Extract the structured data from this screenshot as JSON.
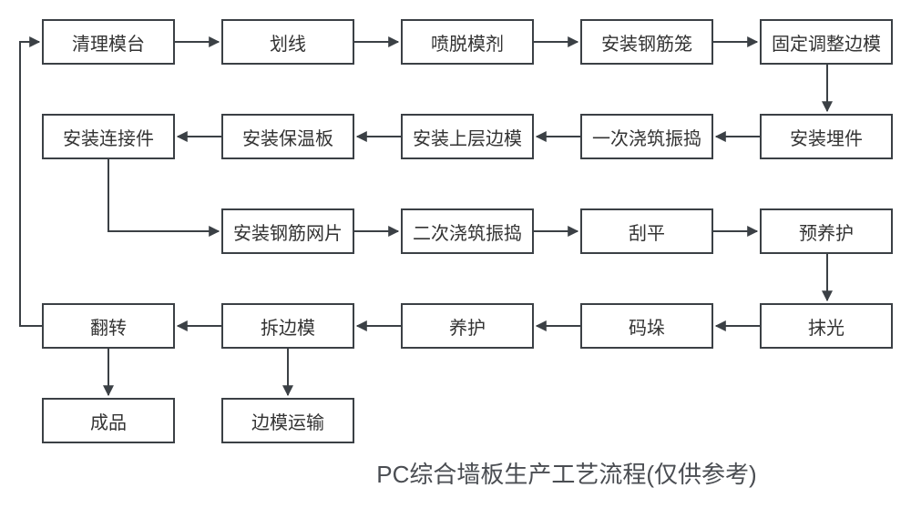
{
  "title": "PC综合墙板生产工艺流程(仅供参考)",
  "colors": {
    "background": "#ffffff",
    "box_fill": "#ffffff",
    "box_border": "#3b4045",
    "box_text": "#333333",
    "arrow": "#3b4045",
    "caption_text": "#4a4d52"
  },
  "nodes": {
    "clean_mold_table": "清理模台",
    "marking_lines": "划线",
    "spray_release_agent": "喷脱模剂",
    "install_rebar_cage": "安装钢筋笼",
    "fix_adjust_side_forms": "固定调整边模",
    "install_embeds": "安装埋件",
    "first_pour_vibrate": "一次浇筑振捣",
    "install_upper_side_forms": "安装上层边模",
    "install_insulation_board": "安装保温板",
    "install_connectors": "安装连接件",
    "install_rebar_mesh": "安装钢筋网片",
    "second_pour_vibrate": "二次浇筑振捣",
    "screed_level": "刮平",
    "pre_curing": "预养护",
    "trowel_polish": "抹光",
    "stacking": "码垛",
    "curing": "养护",
    "remove_side_forms": "拆边模",
    "flip_over": "翻转",
    "finished_product": "成品",
    "side_form_transport": "边模运输"
  },
  "edges": [
    {
      "from": "clean_mold_table",
      "to": "marking_lines"
    },
    {
      "from": "marking_lines",
      "to": "spray_release_agent"
    },
    {
      "from": "spray_release_agent",
      "to": "install_rebar_cage"
    },
    {
      "from": "install_rebar_cage",
      "to": "fix_adjust_side_forms"
    },
    {
      "from": "fix_adjust_side_forms",
      "to": "install_embeds"
    },
    {
      "from": "install_embeds",
      "to": "first_pour_vibrate"
    },
    {
      "from": "first_pour_vibrate",
      "to": "install_upper_side_forms"
    },
    {
      "from": "install_upper_side_forms",
      "to": "install_insulation_board"
    },
    {
      "from": "install_insulation_board",
      "to": "install_connectors"
    },
    {
      "from": "install_connectors",
      "to": "install_rebar_mesh"
    },
    {
      "from": "install_rebar_mesh",
      "to": "second_pour_vibrate"
    },
    {
      "from": "second_pour_vibrate",
      "to": "screed_level"
    },
    {
      "from": "screed_level",
      "to": "pre_curing"
    },
    {
      "from": "pre_curing",
      "to": "trowel_polish"
    },
    {
      "from": "trowel_polish",
      "to": "stacking"
    },
    {
      "from": "stacking",
      "to": "curing"
    },
    {
      "from": "curing",
      "to": "remove_side_forms"
    },
    {
      "from": "remove_side_forms",
      "to": "flip_over"
    },
    {
      "from": "flip_over",
      "to": "finished_product"
    },
    {
      "from": "remove_side_forms",
      "to": "side_form_transport"
    },
    {
      "from": "flip_over",
      "to": "clean_mold_table"
    }
  ]
}
